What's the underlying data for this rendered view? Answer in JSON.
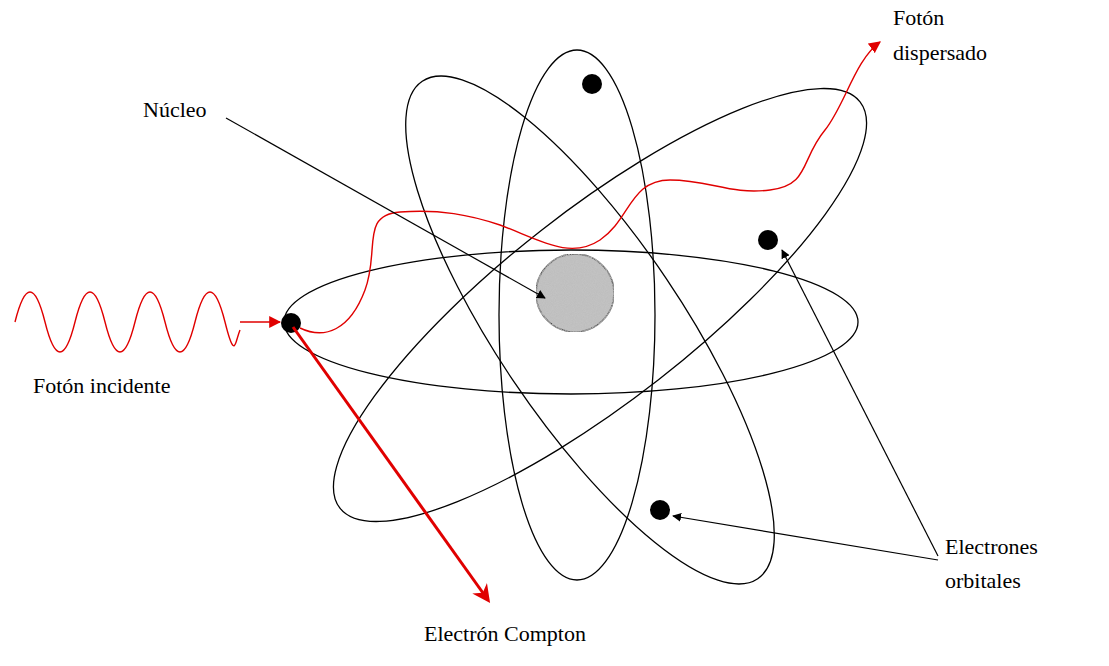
{
  "diagram": {
    "labels": [
      "Fotón dispersado",
      "Núcleo",
      "Electrones orbitales",
      "Fotón incidente",
      "Electrón Compton"
    ]
  }
}
